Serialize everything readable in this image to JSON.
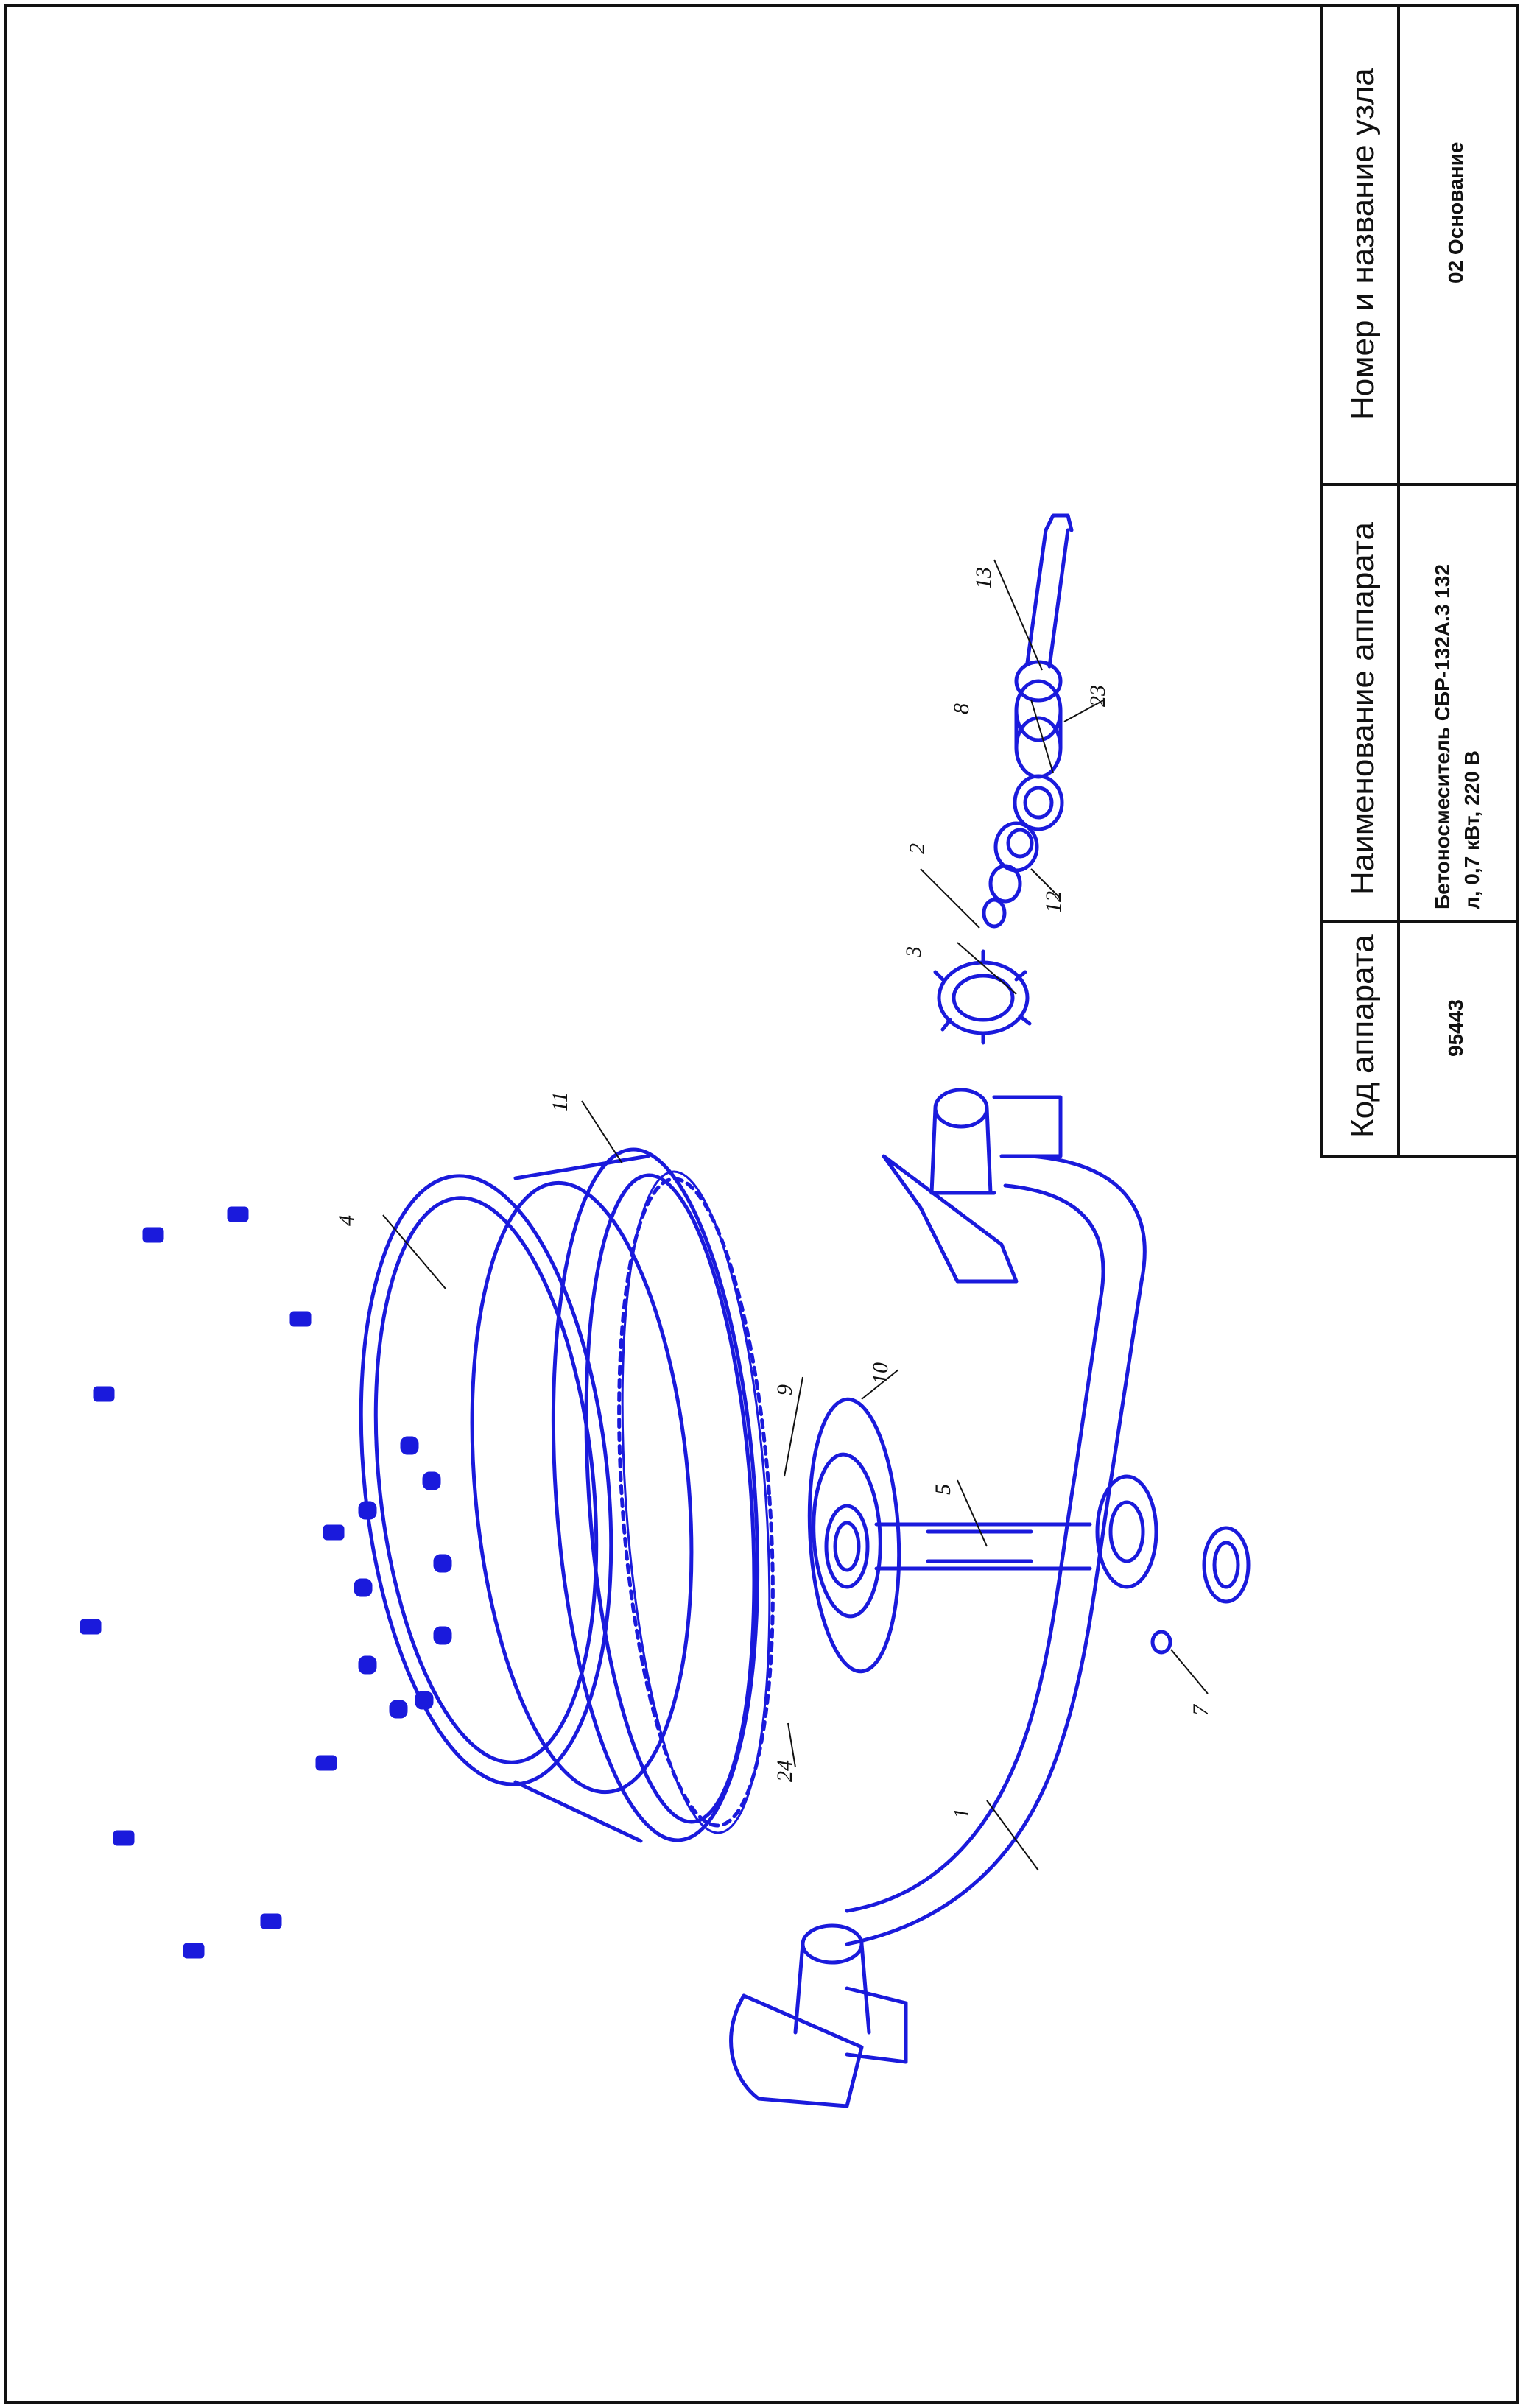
{
  "title_block": {
    "col1_header": "Код аппарата",
    "col1_value": "95443",
    "col2_header": "Наименование аппарата",
    "col2_value_line1": "Бетоносмеситель СБР-132А.3 132",
    "col2_value_line2": "л, 0,7 кВт, 220 В",
    "col3_header": "Номер и название узла",
    "col3_value": "02 Основание"
  },
  "callouts": [
    "1",
    "2",
    "3",
    "4",
    "5",
    "7",
    "8",
    "9",
    "10",
    "11",
    "12",
    "13",
    "23",
    "24"
  ],
  "colors": {
    "line_art": "#1a1adc",
    "text": "#111111",
    "background": "#ffffff"
  }
}
